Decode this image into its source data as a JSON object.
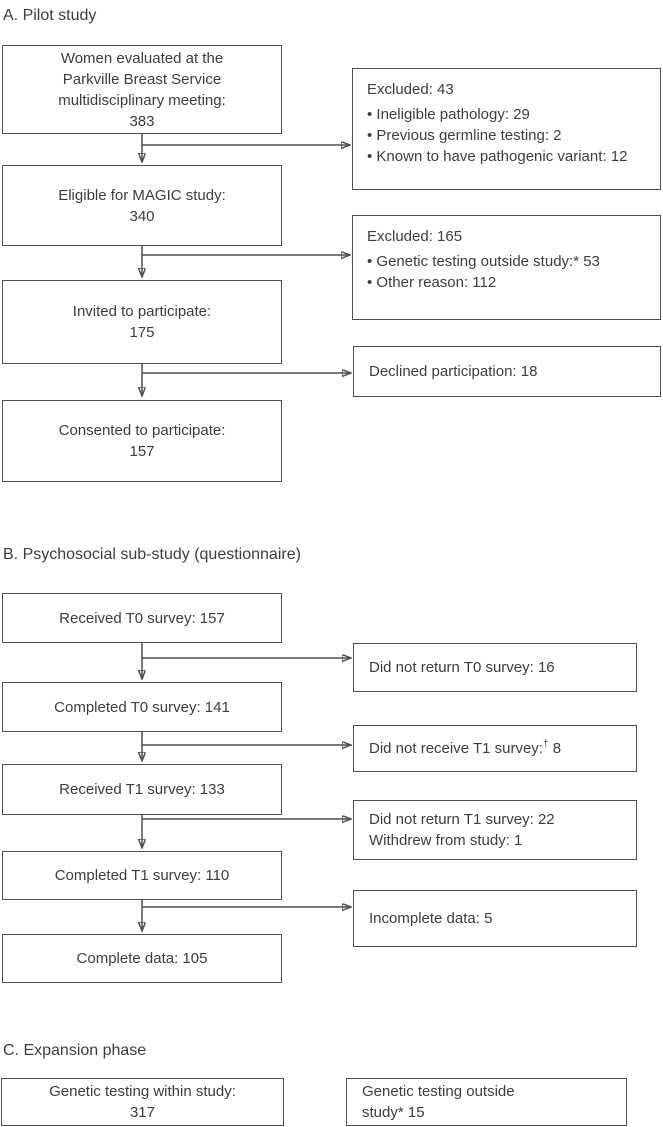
{
  "colors": {
    "text": "#3d3d3d",
    "line": "#4f4f4f",
    "background": "#ffffff"
  },
  "sections": {
    "pilot": {
      "title": "A. Pilot study",
      "flow": {
        "evaluated": "Women evaluated at the\nParkville Breast Service\nmultidisciplinary meeting:\n383",
        "eligible": "Eligible for MAGIC study:\n340",
        "invited": "Invited to participate:\n175",
        "consented": "Consented to participate:\n157"
      },
      "side": {
        "excluded1": {
          "title": "Excluded: 43",
          "items": [
            "Ineligible pathology: 29",
            "Previous germline testing: 2",
            "Known to have pathogenic variant: 12"
          ]
        },
        "excluded2": {
          "title": "Excluded: 165",
          "items": [
            "Genetic testing outside study:* 53",
            "Other reason: 112"
          ]
        },
        "declined": "Declined participation: 18"
      }
    },
    "psychosocial": {
      "title": "B. Psychosocial sub-study (questionnaire)",
      "flow": {
        "received_t0": "Received T0 survey: 157",
        "completed_t0": "Completed T0 survey: 141",
        "received_t1": "Received T1 survey: 133",
        "completed_t1": "Completed T1 survey: 110",
        "complete_data": "Complete data: 105"
      },
      "side": {
        "not_return_t0": "Did not return T0 survey: 16",
        "not_receive_t1": {
          "prefix": "Did not receive T1 survey:",
          "sup": "†",
          "suffix": " 8"
        },
        "not_return_t1": "Did not return T1 survey: 22\nWithdrew from study: 1",
        "incomplete": "Incomplete data: 5"
      }
    },
    "expansion": {
      "title": "C. Expansion phase",
      "flow": {
        "within": "Genetic testing within study:\n317",
        "outside": "Genetic testing outside\nstudy* 15"
      }
    }
  }
}
